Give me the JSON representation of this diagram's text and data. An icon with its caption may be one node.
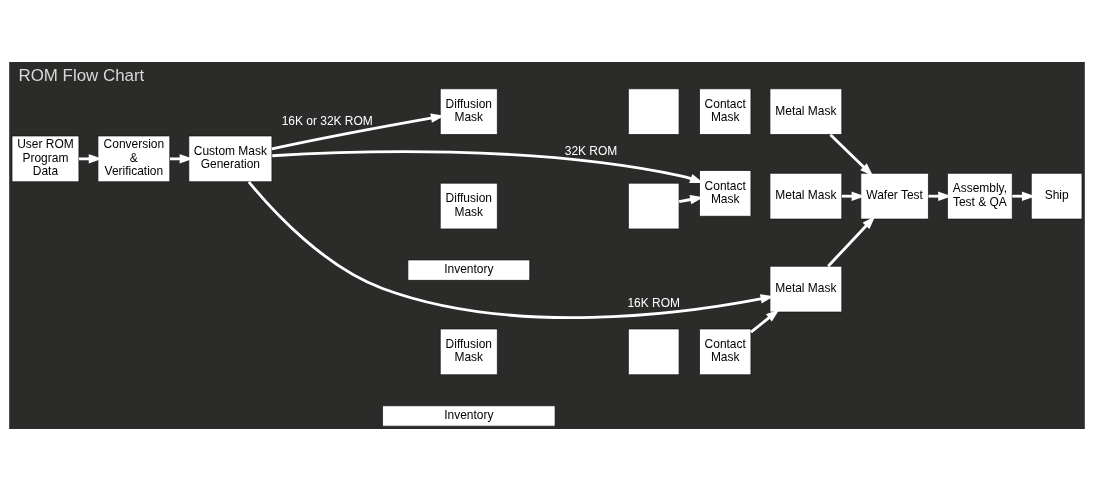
{
  "diagram": {
    "title": "ROM Flow Chart",
    "nodes": [
      {
        "text": [
          "User ROM Program Data"
        ]
      },
      {
        "text": [
          "Conversion & Verification"
        ]
      },
      {
        "text": [
          "Custom Mask Generation"
        ]
      },
      {
        "text": [
          "Diffusion Mask"
        ]
      },
      {
        "text": [],
        "shape": "box"
      },
      {
        "text": [
          "Contact Mask"
        ]
      },
      {
        "text": [
          "Metal Mask"
        ]
      },
      {
        "text": [
          "Diffusion Mask"
        ]
      },
      {
        "text": [],
        "shape": "box"
      },
      {
        "text": [
          "Inventory"
        ]
      },
      {
        "text": [
          "Contact Mask"
        ]
      },
      {
        "text": [
          "Metal Mask"
        ]
      },
      {
        "text": [
          "Wafer Test"
        ]
      },
      {
        "text": [
          "Assembly, Test & QA"
        ]
      },
      {
        "text": [
          "Ship"
        ]
      },
      {
        "text": [
          "Diffusion Mask"
        ]
      },
      {
        "text": [],
        "shape": "box"
      },
      {
        "text": [
          "Contact Mask"
        ]
      },
      {
        "text": [
          "Inventory"
        ]
      },
      {
        "text": [
          "Metal Mask"
        ]
      }
    ],
    "edges": [
      {
        "from": 0,
        "to": 1,
        "arrow": "to"
      },
      {
        "from": 1,
        "to": 2,
        "arrow": "to"
      },
      {
        "from": 2,
        "to": 3,
        "arrow": "to",
        "label": "16K or 32K ROM"
      },
      {
        "from": 2,
        "to": 10,
        "arrow": "to",
        "label": "32K ROM"
      },
      {
        "from": 2,
        "to": 19,
        "arrow": "to",
        "label": "16K ROM"
      },
      {
        "from": 6,
        "to": 12,
        "arrow": "to"
      },
      {
        "from": 8,
        "to": 10,
        "arrow": "to"
      },
      {
        "from": 11,
        "to": 12,
        "arrow": "to"
      },
      {
        "from": 12,
        "to": 13,
        "arrow": "to"
      },
      {
        "from": 13,
        "to": 14,
        "arrow": "to"
      },
      {
        "from": 17,
        "to": 19,
        "arrow": "to"
      },
      {
        "from": 19,
        "to": 12,
        "arrow": "to"
      }
    ]
  }
}
